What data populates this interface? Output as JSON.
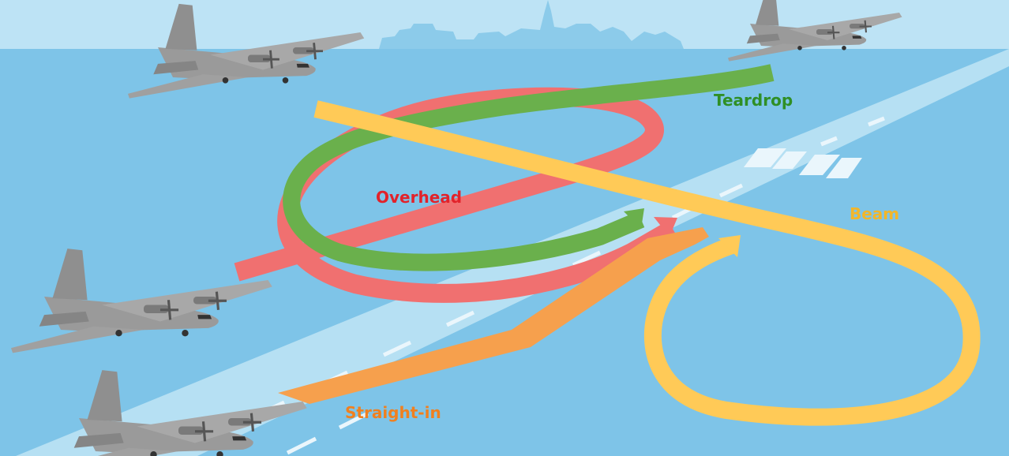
{
  "colors": {
    "sky": "#bde3f5",
    "ground": "#7ec4e8",
    "runway": "#b6e0f3",
    "runway_mark": "#eaf6fc",
    "skyline": "#8ccbea",
    "aircraft": "#9a9a9a",
    "teardrop": "#6ab04c",
    "overhead": "#f07070",
    "beam": "#ffca57",
    "straight_in": "#f6a04d"
  },
  "routes": [
    {
      "name": "Teardrop",
      "label_color": "#2f8f25"
    },
    {
      "name": "Overhead",
      "label_color": "#e2222a"
    },
    {
      "name": "Beam",
      "label_color": "#f2b62a"
    },
    {
      "name": "Straight-in",
      "label_color": "#f0801f"
    }
  ],
  "aircraft": [
    "c130-aircraft",
    "c130-aircraft",
    "c130-aircraft",
    "c130-aircraft"
  ]
}
